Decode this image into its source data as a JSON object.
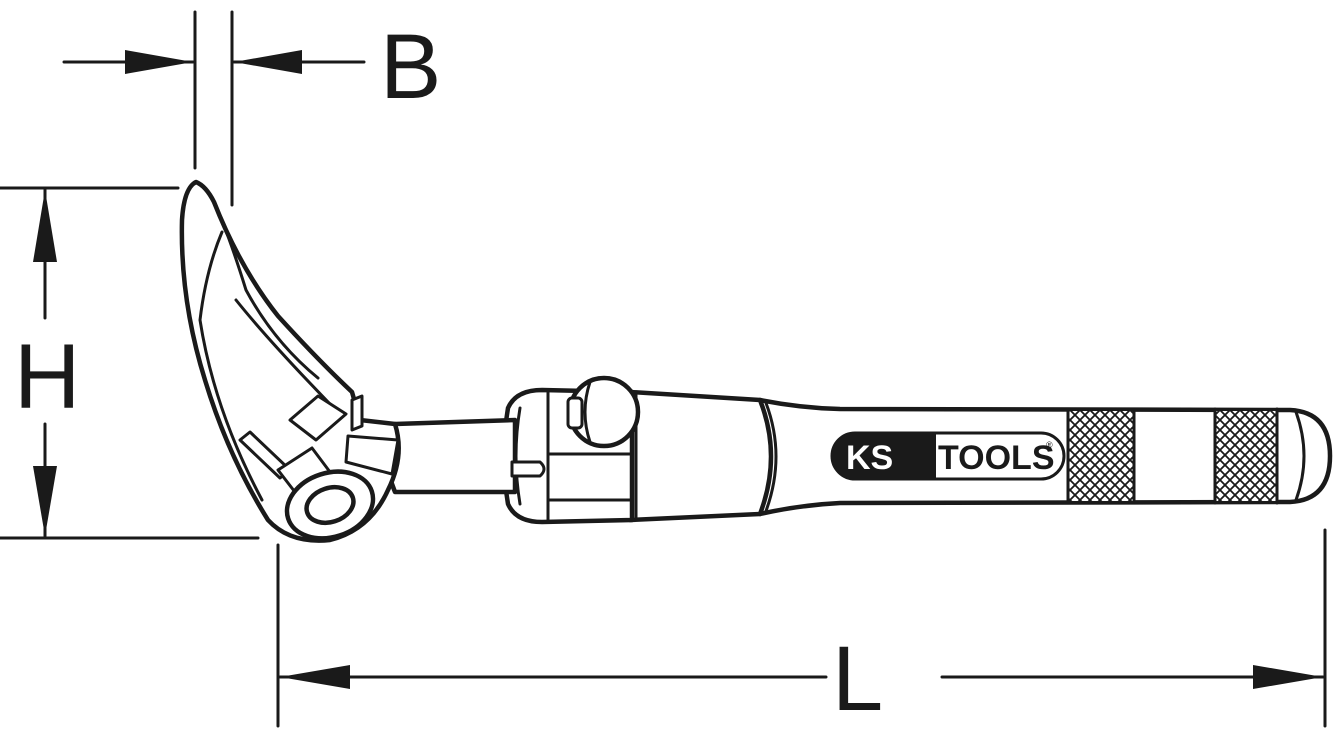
{
  "dimensions": {
    "width_label": "B",
    "height_label": "H",
    "length_label": "L"
  },
  "logo": {
    "brand_left": "KS",
    "brand_right": "TOOLS",
    "registered_mark": "®"
  },
  "colors": {
    "line": "#1a1a1a",
    "background": "#ffffff"
  }
}
